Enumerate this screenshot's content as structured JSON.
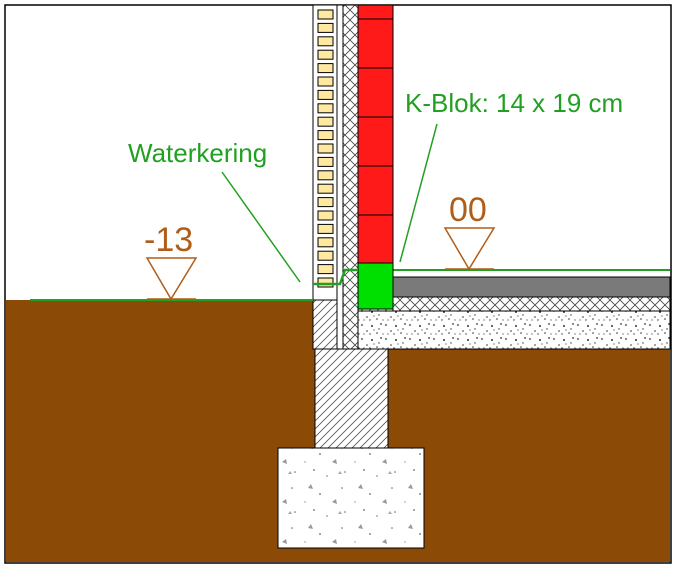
{
  "labels": {
    "waterkering": "Waterkering",
    "kblok": "K-Blok: 14 x 19 cm",
    "level_outside": "-13",
    "level_inside": "00"
  },
  "colors": {
    "annotation_green": "#22a022",
    "level_brown": "#b05d1a",
    "soil": "#8b4a06",
    "brick_red": "#ff1a1a",
    "kblok_green": "#00e000",
    "floor_slab": "#7a7a7a",
    "outline": "#000000"
  }
}
